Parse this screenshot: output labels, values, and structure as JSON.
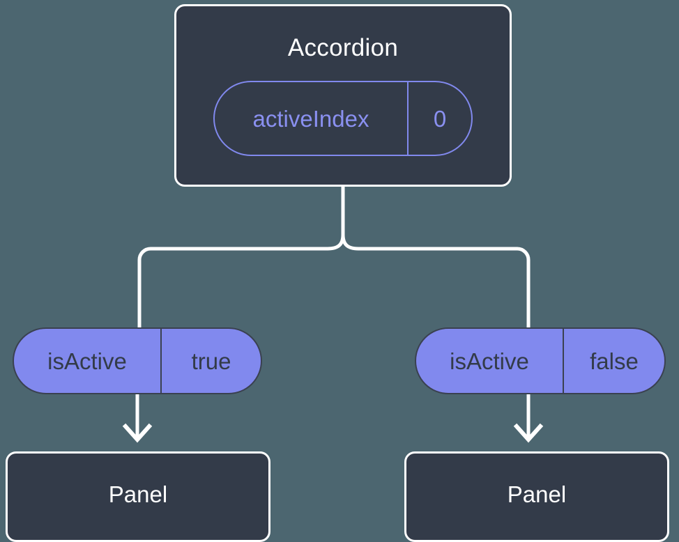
{
  "diagram": {
    "type": "component-tree",
    "background_color": "#4c6670",
    "node_fill": "#333b49",
    "node_border": "#ffffff",
    "accent_color": "#8189ee",
    "root": {
      "title": "Accordion",
      "prop": {
        "key": "activeIndex",
        "value": "0",
        "style": "outlined"
      }
    },
    "branches": [
      {
        "prop": {
          "key": "isActive",
          "value": "true",
          "style": "filled"
        },
        "child": {
          "title": "Panel"
        }
      },
      {
        "prop": {
          "key": "isActive",
          "value": "false",
          "style": "filled"
        },
        "child": {
          "title": "Panel"
        }
      }
    ]
  }
}
